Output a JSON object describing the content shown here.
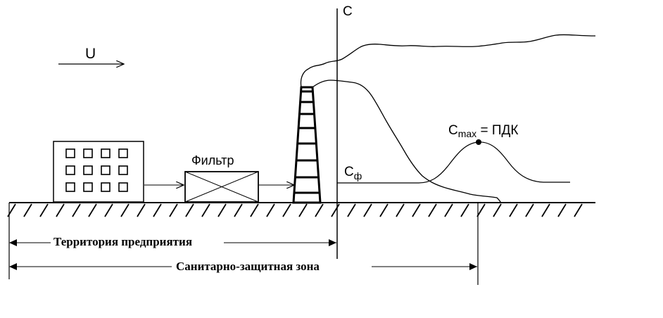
{
  "labels": {
    "wind": "U",
    "filter": "Фильтр",
    "concentration_axis": "C",
    "background_concentration": "C",
    "background_concentration_sub": "ф",
    "max_concentration": "C",
    "max_concentration_sub": "max",
    "max_concentration_eq": " = ПДК",
    "enterprise_territory": "Территория предприятия",
    "sanitary_zone": "Санитарно-защитная зона"
  },
  "colors": {
    "stroke": "#000000",
    "background": "#ffffff",
    "label_bg": "#ffffff"
  }
}
